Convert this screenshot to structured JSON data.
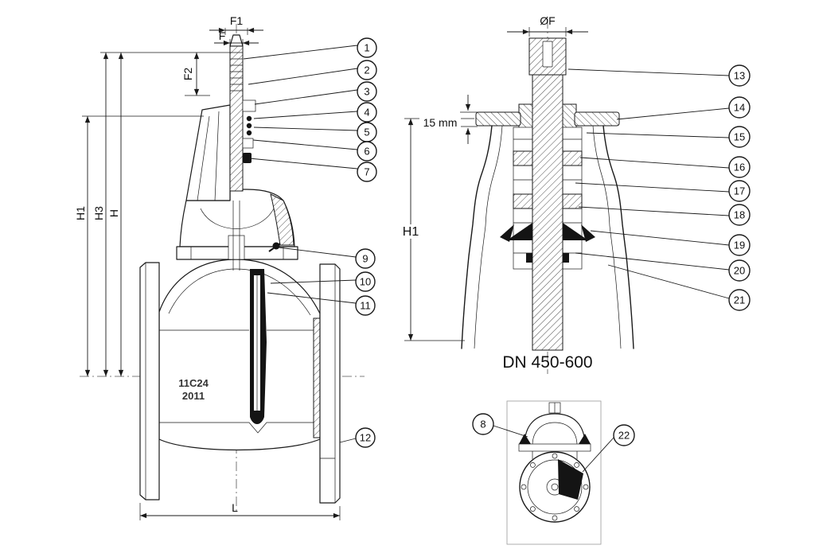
{
  "colors": {
    "background": "#ffffff",
    "line": "#1a1a1a",
    "rubber_fill": "#141414"
  },
  "drawing": {
    "left_view": {
      "dims": {
        "f1": "F1",
        "f": "F",
        "f2": "F2",
        "h1": "H1",
        "h3": "H3",
        "h": "H",
        "l": "L"
      },
      "casting_mark": {
        "line1": "11C24",
        "line2": "2011"
      },
      "callouts": [
        "1",
        "2",
        "3",
        "4",
        "5",
        "6",
        "7",
        "9",
        "10",
        "11",
        "12"
      ]
    },
    "right_view": {
      "dims": {
        "diameter_f": "ØF",
        "plate_thickness": "15 mm",
        "h1": "H1"
      },
      "caption": "DN 450-600",
      "callouts": [
        "13",
        "14",
        "15",
        "16",
        "17",
        "18",
        "19",
        "20",
        "21"
      ]
    },
    "detail_view": {
      "callouts": [
        "8",
        "22"
      ]
    }
  }
}
